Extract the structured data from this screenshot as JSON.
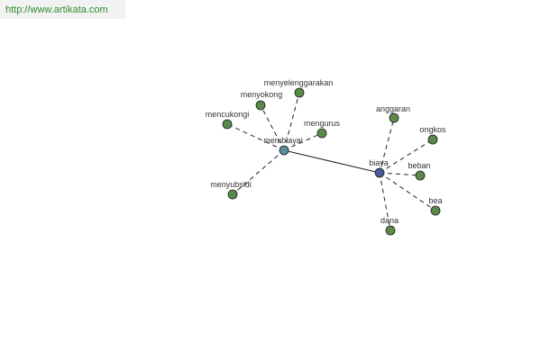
{
  "header": {
    "url": "http://www.artikata.com"
  },
  "colors": {
    "leaf_node": "#5a8a4a",
    "hub_node": "#5a8f9a",
    "center_node": "#4a5a96",
    "edge": "#222222",
    "node_stroke": "#1a1a1a",
    "banner_text": "#2e8b2e"
  },
  "graph": {
    "nodes": [
      {
        "id": "menyelenggarakan",
        "label": "menyelenggarakan",
        "kind": "leaf"
      },
      {
        "id": "menyokong",
        "label": "menyokong",
        "kind": "leaf"
      },
      {
        "id": "mencukongi",
        "label": "mencukongi",
        "kind": "leaf"
      },
      {
        "id": "mengurus",
        "label": "mengurus",
        "kind": "leaf"
      },
      {
        "id": "membiayai",
        "label": "membiayai",
        "kind": "hub"
      },
      {
        "id": "menyubsidi",
        "label": "menyubsidi",
        "kind": "leaf"
      },
      {
        "id": "anggaran",
        "label": "anggaran",
        "kind": "leaf"
      },
      {
        "id": "ongkos",
        "label": "ongkos",
        "kind": "leaf"
      },
      {
        "id": "biaya",
        "label": "biaya",
        "kind": "center"
      },
      {
        "id": "beban",
        "label": "beban",
        "kind": "leaf"
      },
      {
        "id": "bea",
        "label": "bea",
        "kind": "leaf"
      },
      {
        "id": "dana",
        "label": "dana",
        "kind": "leaf"
      }
    ],
    "edges": [
      {
        "from": "membiayai",
        "to": "biaya",
        "style": "solid"
      },
      {
        "from": "membiayai",
        "to": "menyelenggarakan",
        "style": "dashed"
      },
      {
        "from": "membiayai",
        "to": "menyokong",
        "style": "dashed"
      },
      {
        "from": "membiayai",
        "to": "mencukongi",
        "style": "dashed"
      },
      {
        "from": "membiayai",
        "to": "mengurus",
        "style": "dashed"
      },
      {
        "from": "membiayai",
        "to": "menyubsidi",
        "style": "dashed"
      },
      {
        "from": "biaya",
        "to": "anggaran",
        "style": "dashed"
      },
      {
        "from": "biaya",
        "to": "ongkos",
        "style": "dashed"
      },
      {
        "from": "biaya",
        "to": "beban",
        "style": "dashed"
      },
      {
        "from": "biaya",
        "to": "bea",
        "style": "dashed"
      },
      {
        "from": "biaya",
        "to": "dana",
        "style": "dashed"
      }
    ]
  }
}
